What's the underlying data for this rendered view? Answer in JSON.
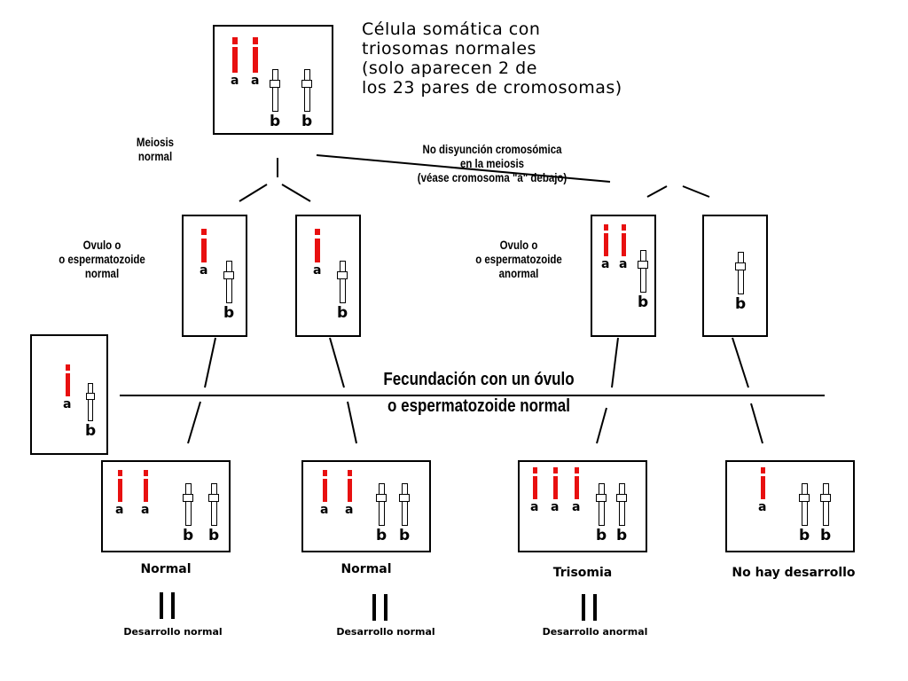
{
  "somatic": {
    "title_lines": [
      "Célula somática con",
      "triosomas normales",
      "(solo aparecen 2 de",
      "los 23 pares de cromosomas)"
    ]
  },
  "meiosis_normal": [
    "Meiosis",
    "normal"
  ],
  "nondisjunction": [
    "No disyunción cromosómica",
    "en la meiosis",
    "(véase cromosoma \"a\" debajo)"
  ],
  "gamete_normal": [
    "Ovulo o",
    "o espermatozoide",
    "normal"
  ],
  "gamete_abnormal": [
    "Ovulo o",
    "o espermatozoide",
    "anormal"
  ],
  "fecundation": [
    "Fecundación  con un óvulo",
    "o espermatozoide normal"
  ],
  "chromosome_labels": {
    "a": "a",
    "b": "b"
  },
  "results": [
    {
      "label": "Normal",
      "development": "Desarrollo  normal"
    },
    {
      "label": "Normal",
      "development": "Desarrollo  normal"
    },
    {
      "label": "Trisomia",
      "development": "Desarrollo anormal"
    },
    {
      "label": "No hay desarrollo",
      "development": ""
    }
  ],
  "colors": {
    "chromosome_a": "#e81010",
    "chromosome_b": "#000000",
    "lines": "#000000"
  }
}
